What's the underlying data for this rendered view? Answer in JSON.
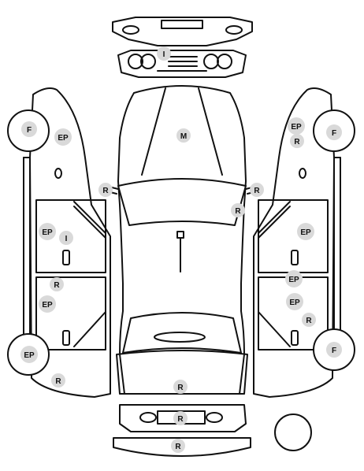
{
  "colors": {
    "line": "#111111",
    "badge": "#d9d9d9",
    "background": "#ffffff"
  },
  "badges": {
    "front_bumper": "I",
    "hood": "M",
    "left_mirror": "R",
    "right_mirror": "R",
    "windshield_right": "R",
    "left_front_wheel": "F",
    "left_front_fender": "EP",
    "left_front_door": "EP",
    "left_front_door_mark": "I",
    "left_rear_door_top": "R",
    "left_rear_door": "EP",
    "left_rear_wheel": "EP",
    "left_rear_quarter": "R",
    "right_front_fender_ep": "EP",
    "right_front_fender_r": "R",
    "right_front_wheel": "F",
    "right_front_door": "EP",
    "right_center_pillar": "EP",
    "right_rear_door": "EP",
    "right_rear_door_r": "R",
    "right_rear_wheel": "F",
    "trunk": "R",
    "rear_panel": "R",
    "rear_bumper": "R"
  }
}
